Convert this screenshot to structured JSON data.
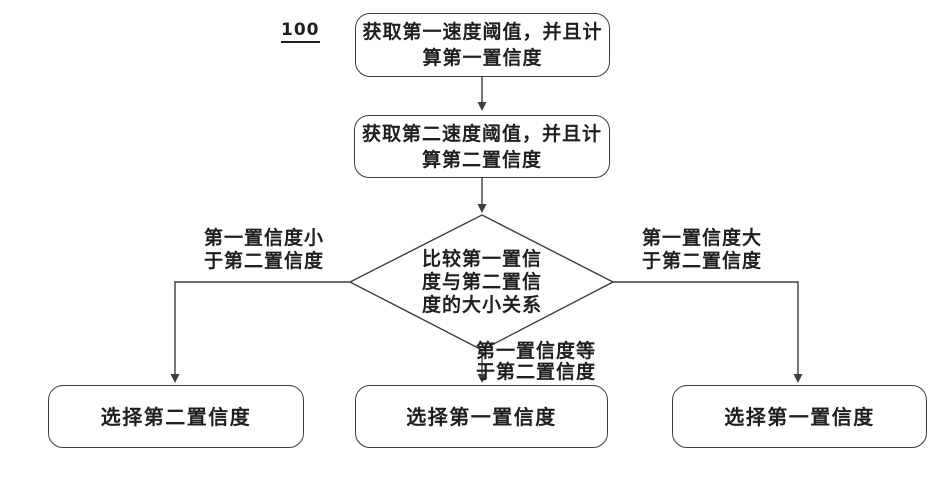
{
  "colors": {
    "ink": "#1f1f1f",
    "line": "#3d3d3d",
    "background": "#ffffff"
  },
  "flowchart": {
    "ref_label": "100",
    "nodes": {
      "step1": "获取第一速度阈值，并且计\n算第一置信度",
      "step2": "获取第二速度阈值，并且计\n算第二置信度",
      "decision": "比较第一置信\n度与第二置信\n度的大小关系",
      "result_less": "选择第二置信度",
      "result_equal": "选择第一置信度",
      "result_greater": "选择第一置信度"
    },
    "branch_labels": {
      "less": "第一置信度小\n于第二置信度",
      "greater": "第一置信度大\n于第二置信度",
      "equal": "第一置信度等\n于第二置信度"
    }
  }
}
